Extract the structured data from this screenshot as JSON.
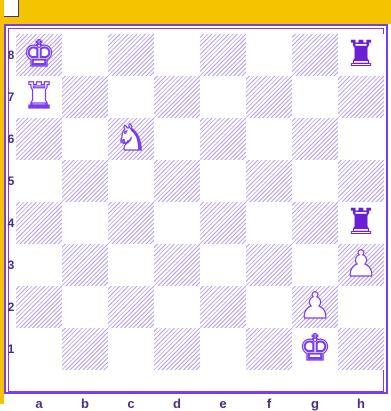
{
  "colors": {
    "header_bar": "#f5c400",
    "board_border": "#7a3cf0",
    "dark_square_hatch": "#b9a0f0",
    "black_piece": "#6a1fd6",
    "label_text": "#4a2a8a"
  },
  "board": {
    "files": [
      "a",
      "b",
      "c",
      "d",
      "e",
      "f",
      "g",
      "h"
    ],
    "ranks": [
      "8",
      "7",
      "6",
      "5",
      "4",
      "3",
      "2",
      "1"
    ]
  },
  "pieces": [
    {
      "square": "a8",
      "color": "white",
      "type": "king",
      "glyph": "♚"
    },
    {
      "square": "h8",
      "color": "black",
      "type": "rook",
      "glyph": "♜"
    },
    {
      "square": "a7",
      "color": "white",
      "type": "rook",
      "glyph": "♜"
    },
    {
      "square": "c6",
      "color": "white",
      "type": "knight",
      "glyph": "♞"
    },
    {
      "square": "h4",
      "color": "black",
      "type": "rook",
      "glyph": "♜"
    },
    {
      "square": "h3",
      "color": "white",
      "type": "pawn",
      "glyph": "♟"
    },
    {
      "square": "g2",
      "color": "white",
      "type": "pawn",
      "glyph": "♟"
    },
    {
      "square": "g1",
      "color": "white",
      "type": "king",
      "glyph": "♚"
    }
  ]
}
